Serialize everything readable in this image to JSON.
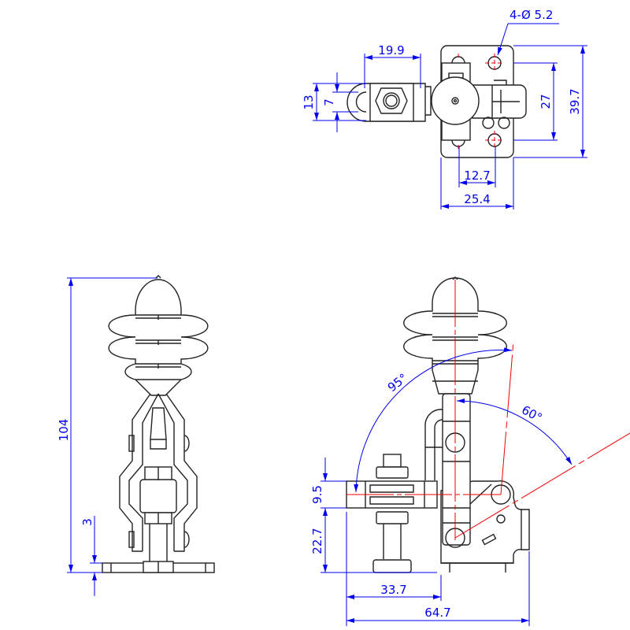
{
  "drawing": {
    "colors": {
      "dimension": "#0000ee",
      "centerline": "#ee0000",
      "outline": "#222222"
    },
    "top_view": {
      "hole_callout": "4-Ø 5.2",
      "dim_arm_length": "19.9",
      "dim_arm_width": "13",
      "dim_inner_width": "7",
      "dim_hole_spacing_y": "27",
      "dim_base_height": "39.7",
      "dim_hole_spacing_x": "12.7",
      "dim_base_width": "25.4"
    },
    "front_view": {
      "dim_total_height": "104",
      "dim_base_thickness": "3"
    },
    "side_view": {
      "angle_open": "95°",
      "angle_handle": "60°",
      "dim_bar_height": "9.5",
      "dim_bar_elevation": "22.7",
      "dim_spindle_reach": "33.7",
      "dim_total_length": "64.7"
    }
  }
}
